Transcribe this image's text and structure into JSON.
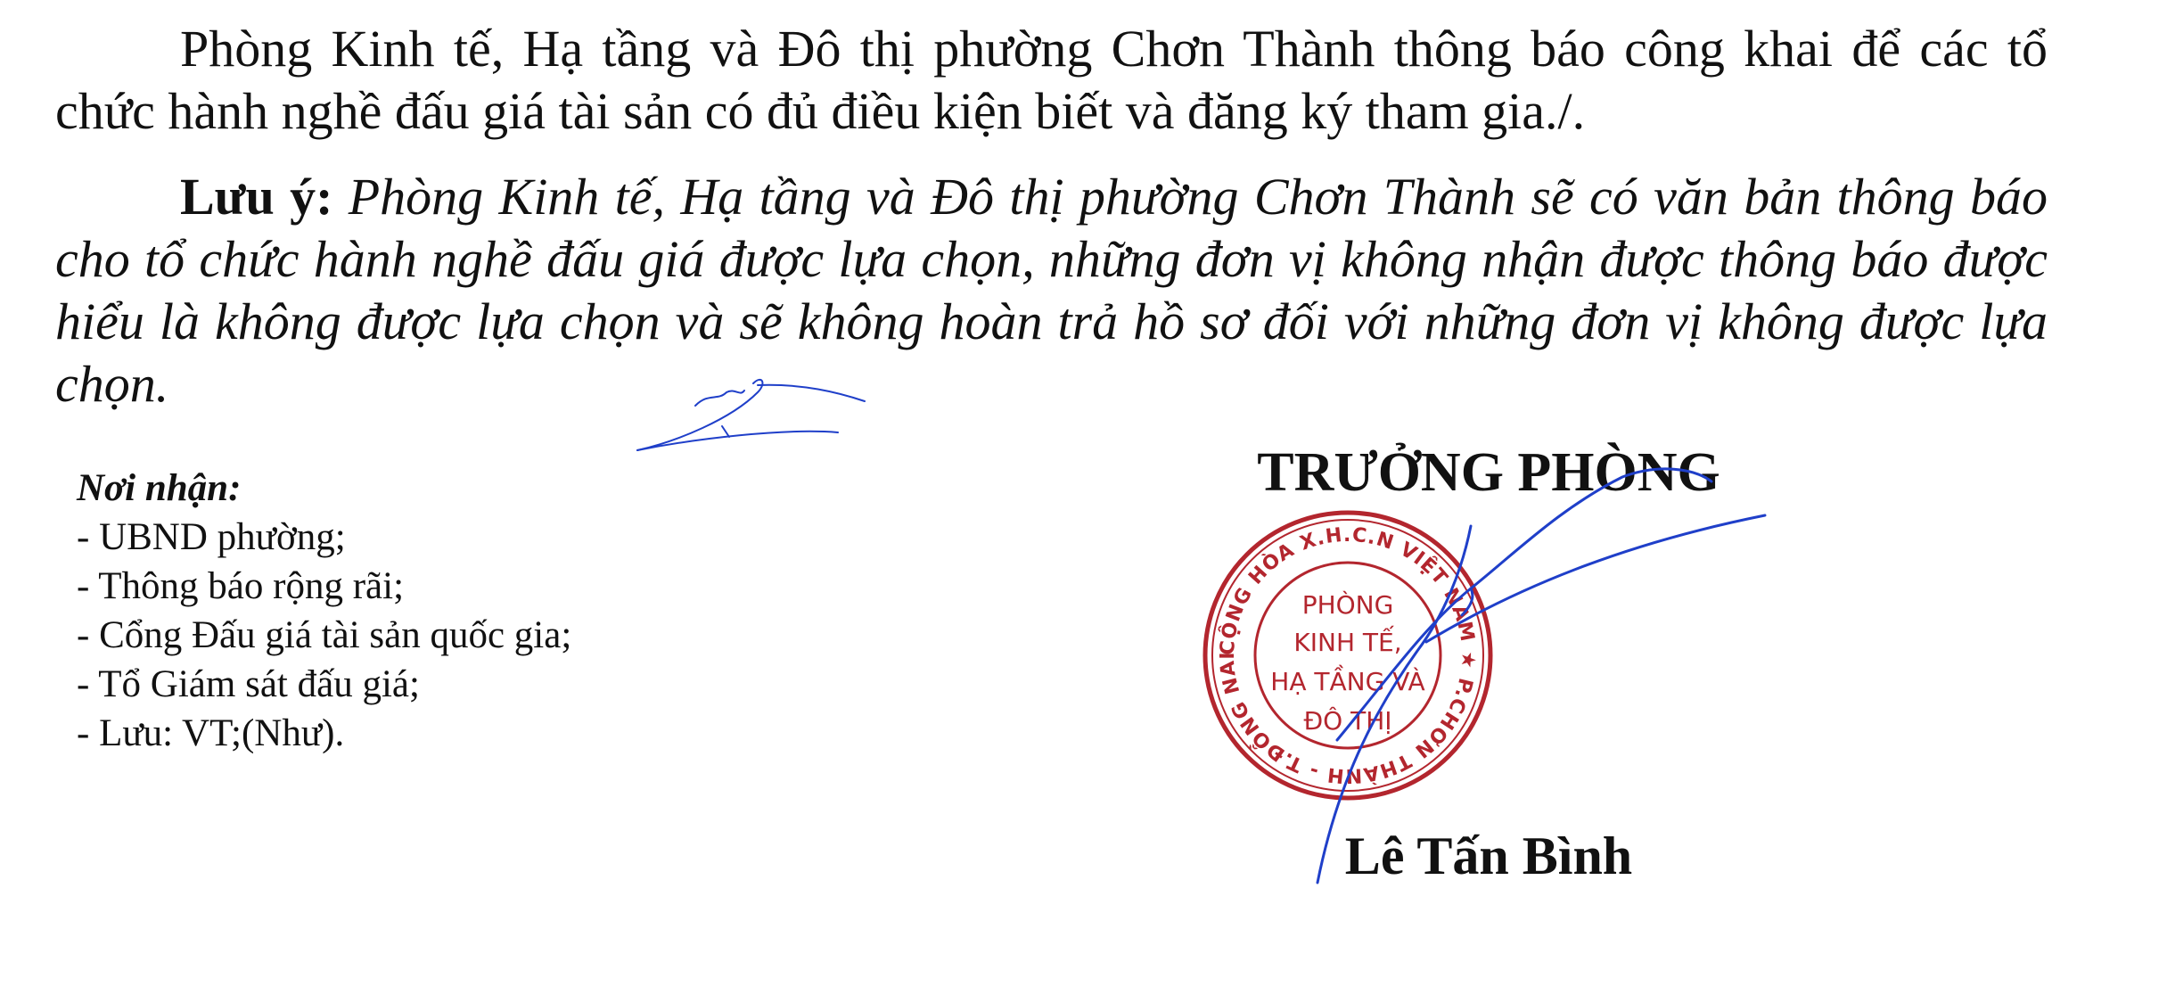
{
  "body": {
    "paragraph1": "Phòng Kinh tế, Hạ tầng và Đô thị phường Chơn Thành thông báo công khai để các tổ chức hành nghề đấu giá tài sản có đủ điều kiện biết và đăng ký tham gia./.",
    "note_label": "Lưu ý:",
    "note_text": " Phòng Kinh tế, Hạ tầng và Đô thị phường Chơn Thành sẽ có văn bản thông báo cho tổ chức hành nghề đấu giá được lựa chọn, những đơn vị không nhận được thông báo được hiểu là không được lựa chọn và sẽ không hoàn trả hồ sơ đối với những đơn vị không được lựa chọn."
  },
  "recipients": {
    "title": "Nơi nhận:",
    "items": [
      "- UBND phường;",
      "- Thông báo rộng rãi;",
      "- Cổng Đấu giá tài sản quốc gia;",
      "- Tổ Giám sát đấu giá;",
      "- Lưu: VT;(Như)."
    ]
  },
  "signature": {
    "title": "TRƯỞNG PHÒNG",
    "name": "Lê Tấn Bình"
  },
  "seal": {
    "ring_text": "CỘNG HÒA X.H.C.N VIỆT NAM ★ P.CHƠN THÀNH - T.ĐỒNG NAI ★",
    "center_lines": [
      "PHÒNG",
      "KINH TẾ,",
      "HẠ TẦNG VÀ",
      "ĐÔ THỊ"
    ],
    "color": "#b3262e"
  },
  "ink_color": "#1f3fc9"
}
